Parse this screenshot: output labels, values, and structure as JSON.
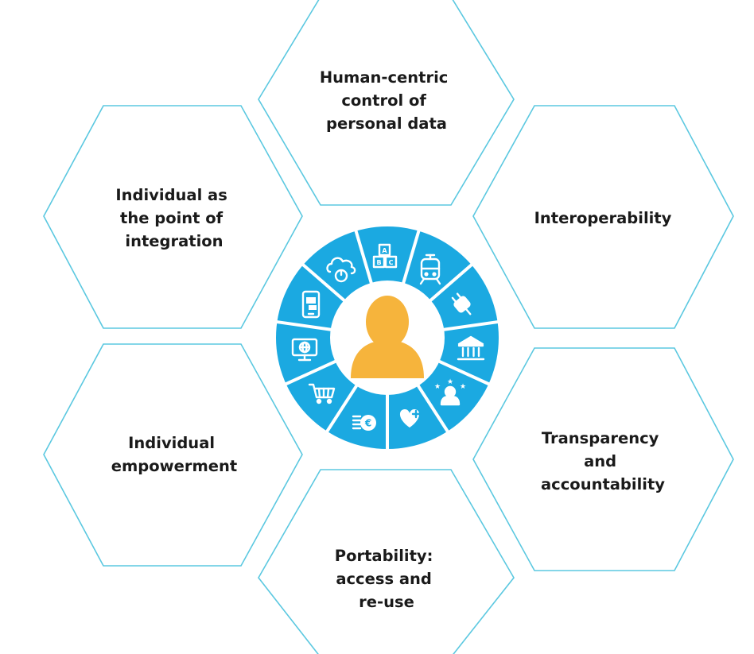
{
  "principles": [
    {
      "id": "top",
      "lines": [
        "Human-centric",
        "control of",
        "personal data"
      ]
    },
    {
      "id": "upper-left",
      "lines": [
        "Individual as",
        "the point of",
        "integration"
      ]
    },
    {
      "id": "upper-right",
      "lines": [
        "Interoperability"
      ]
    },
    {
      "id": "lower-left",
      "lines": [
        "Individual",
        "empowerment"
      ]
    },
    {
      "id": "lower-right",
      "lines": [
        "Transparency",
        "and",
        "accountability"
      ]
    },
    {
      "id": "bottom",
      "lines": [
        "Portability:",
        "access and",
        "re-use"
      ]
    }
  ],
  "wheel": {
    "icons": [
      "abc-blocks-icon",
      "train-icon",
      "plug-icon",
      "bank-icon",
      "person-stars-icon",
      "heart-health-icon",
      "euro-coins-icon",
      "shopping-cart-icon",
      "computer-globe-icon",
      "tablet-chat-icon",
      "cloud-power-icon"
    ],
    "block_letters": [
      "A",
      "B",
      "C"
    ]
  },
  "colors": {
    "hex_stroke": "#5bc8e0",
    "wheel_blue": "#1ba9e1",
    "person": "#f6b43c",
    "icon_white": "#ffffff",
    "text": "#1a1a1a"
  }
}
